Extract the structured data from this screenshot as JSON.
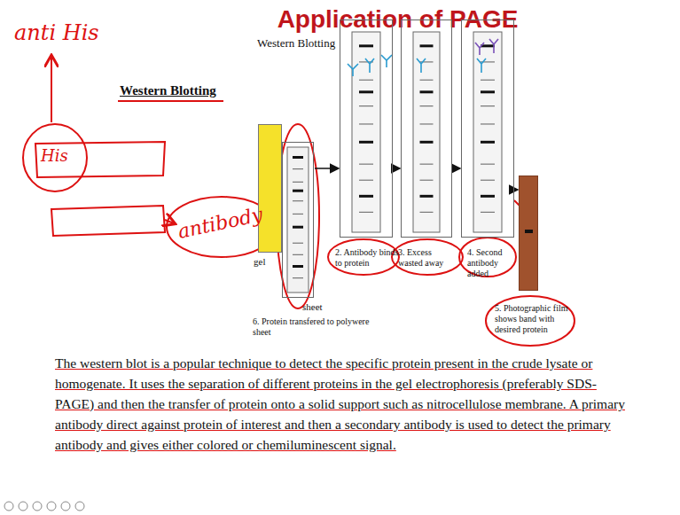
{
  "diagram": {
    "title": "Application of PAGE",
    "caption": "The western blot is a popular technique to detect the specific protein present in the crude lysate or homogenate. It uses the separation of different proteins in the gel electrophoresis (preferably SDS-PAGE) and then the transfer of protein onto a solid support such as nitrocellulose membrane. A primary antibody direct against protein of interest and then a secondary antibody is used to detect the primary antibody and gives either colored or chemiluminescent signal.",
    "nodes": [
      {
        "text": [
          "gel"
        ]
      },
      {
        "text": [
          "sheet",
          "6. Protein transfered to polywere sheet"
        ]
      },
      {
        "text": [
          "2. Antibody binds to protein"
        ]
      },
      {
        "text": [
          "3. Excess wasted away"
        ]
      },
      {
        "text": [
          "4. Second antibody added"
        ]
      },
      {
        "text": [
          "5. Photographic film shows band with desired protein"
        ]
      }
    ],
    "edges": [
      {
        "from": 1,
        "to": 2,
        "arrow": "to"
      },
      {
        "from": 2,
        "to": 3,
        "arrow": "to"
      },
      {
        "from": 3,
        "to": 4,
        "arrow": "to"
      },
      {
        "from": 4,
        "to": 5,
        "arrow": "to"
      }
    ],
    "labels": [
      "Western Blotting",
      "Western Blotting",
      "anti His",
      "His",
      "antibody"
    ]
  }
}
